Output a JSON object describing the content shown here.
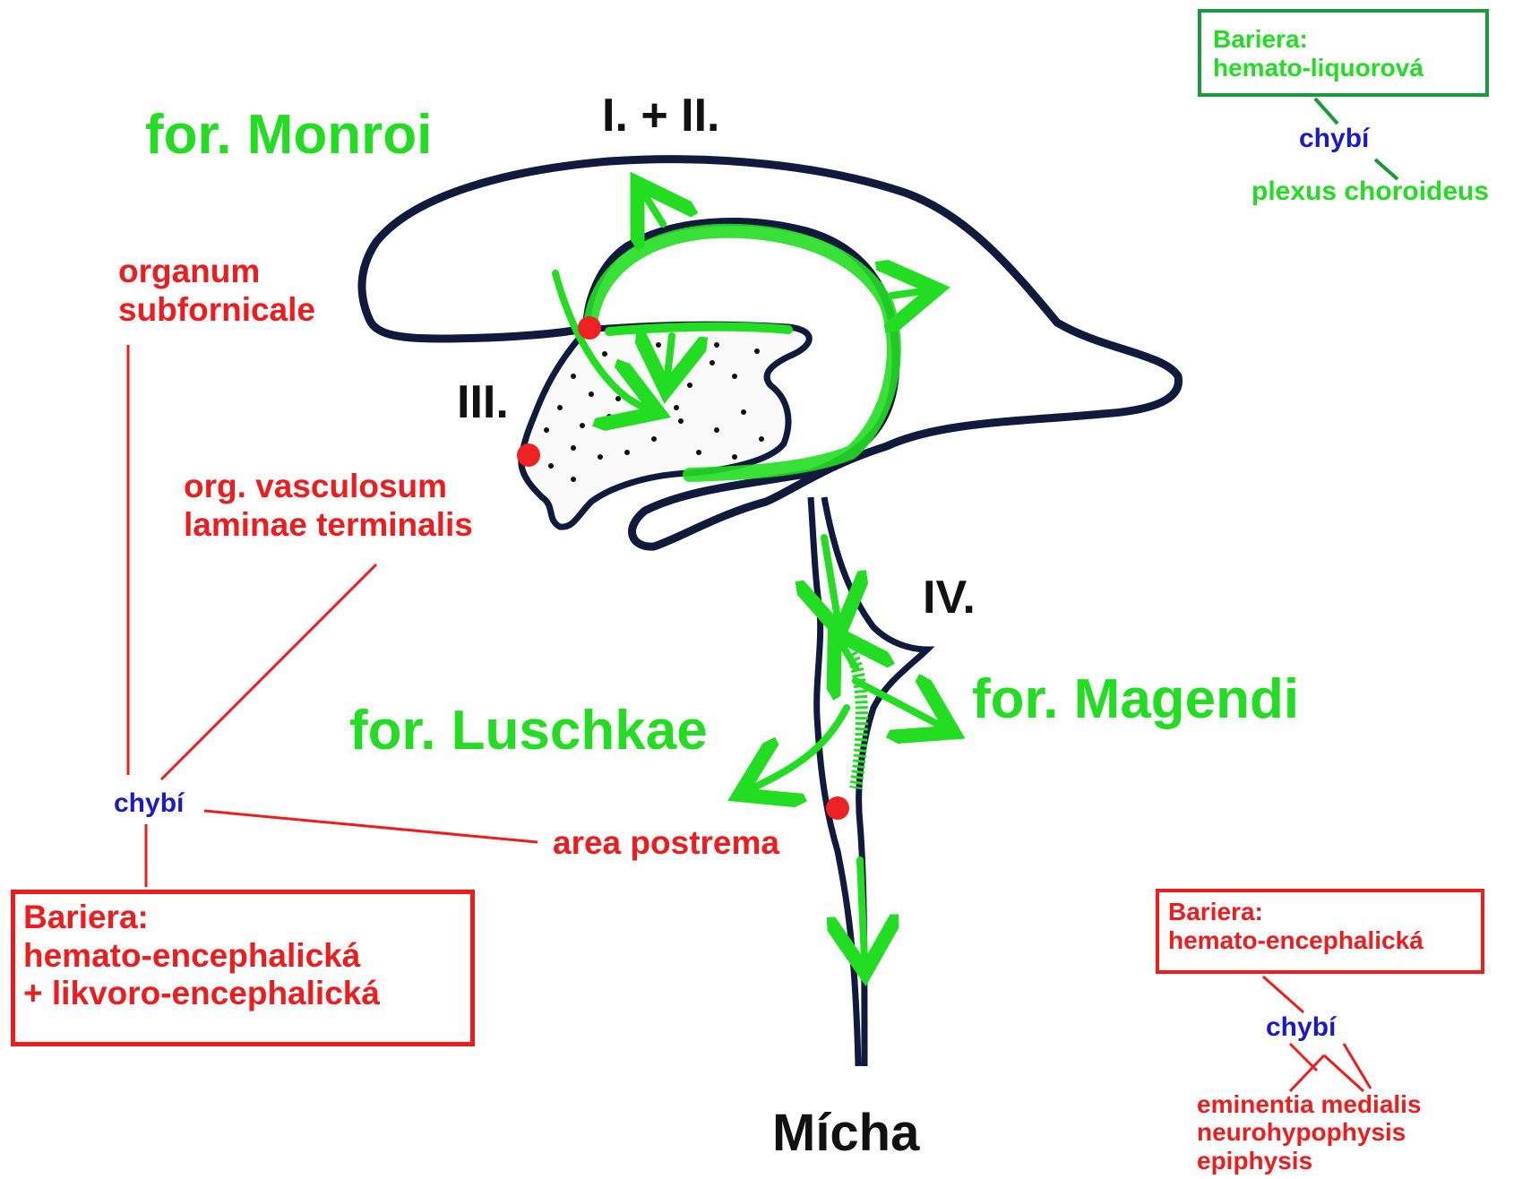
{
  "colors": {
    "csf_flow": "#22dd22",
    "circumventricular": "#ee1c1c",
    "absent": "#1a1acc",
    "outline": "#0f1a3c",
    "choroid_box": "#1a9a3a"
  },
  "ventricles": {
    "lateral": "I. + II.",
    "third": "III.",
    "fourth": "IV.",
    "spinal_cord": "Mícha"
  },
  "foramina": {
    "monroi": "for. Monroi",
    "luschkae": "for. Luschkae",
    "magendi": "for. Magendi"
  },
  "organs": {
    "subfornicale_line1": "organum",
    "subfornicale_line2": "subfornicale",
    "vasculosum_line1": "org. vasculosum",
    "vasculosum_line2": "laminae terminalis",
    "area_postrema": "area postrema"
  },
  "left_barrier": {
    "absent": "chybí",
    "title": "Bariera:",
    "line1": "hemato-encephalická",
    "line2": "+ likvoro-encephalická"
  },
  "top_right_barrier": {
    "title": "Bariera:",
    "line1": "hemato-liquorová",
    "absent": "chybí",
    "structure": "plexus choroideus"
  },
  "bottom_right_barrier": {
    "title": "Bariera:",
    "line1": "hemato-encephalická",
    "absent": "chybí",
    "items": [
      "eminentia medialis",
      "neurohypophysis",
      "epiphysis"
    ]
  }
}
